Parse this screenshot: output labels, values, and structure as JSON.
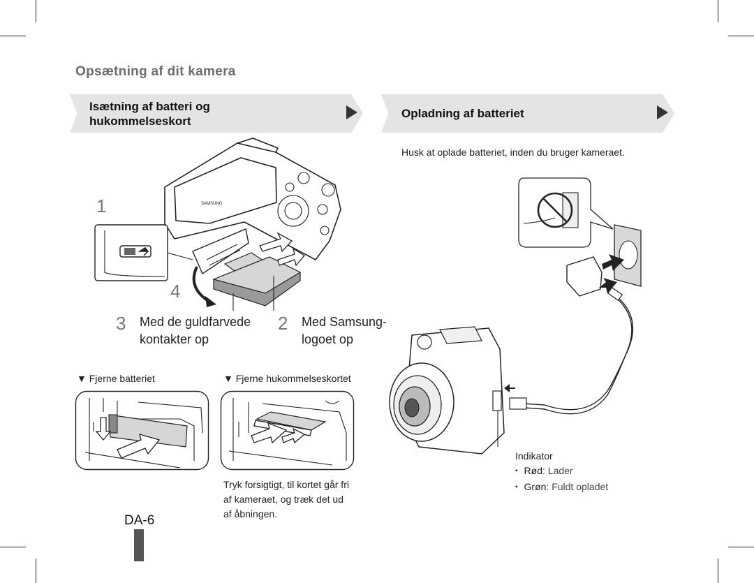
{
  "section_title": "Opsætning af dit kamera",
  "left_banner": {
    "title_line1": "Isætning af batteri og",
    "title_line2": "hukommelseskort"
  },
  "right_banner": {
    "title": "Opladning af batteriet"
  },
  "charge_note": "Husk at oplade batteriet, inden du bruger kameraet.",
  "steps": {
    "step1": "1",
    "step4": "4",
    "step3_num": "3",
    "step3_line1": "Med de guldfarvede",
    "step3_line2": "kontakter op",
    "step2_num": "2",
    "step2_line1": "Med Samsung-",
    "step2_line2": "logoet op"
  },
  "camera_brand": "SAMSUNG",
  "remove_battery_label": "▼ Fjerne batteriet",
  "remove_card_label": "▼ Fjerne hukommelseskortet",
  "remove_card_note": {
    "line1": "Tryk forsigtigt, til kortet går fri",
    "line2": "af kameraet, og træk det ud",
    "line3": "af åbningen."
  },
  "indicator": {
    "title": "Indikator",
    "items": [
      {
        "color": "Rød",
        "text": ": Lader"
      },
      {
        "color": "Grøn",
        "text": ": Fuldt opladet"
      }
    ]
  },
  "page_number": "DA-6"
}
